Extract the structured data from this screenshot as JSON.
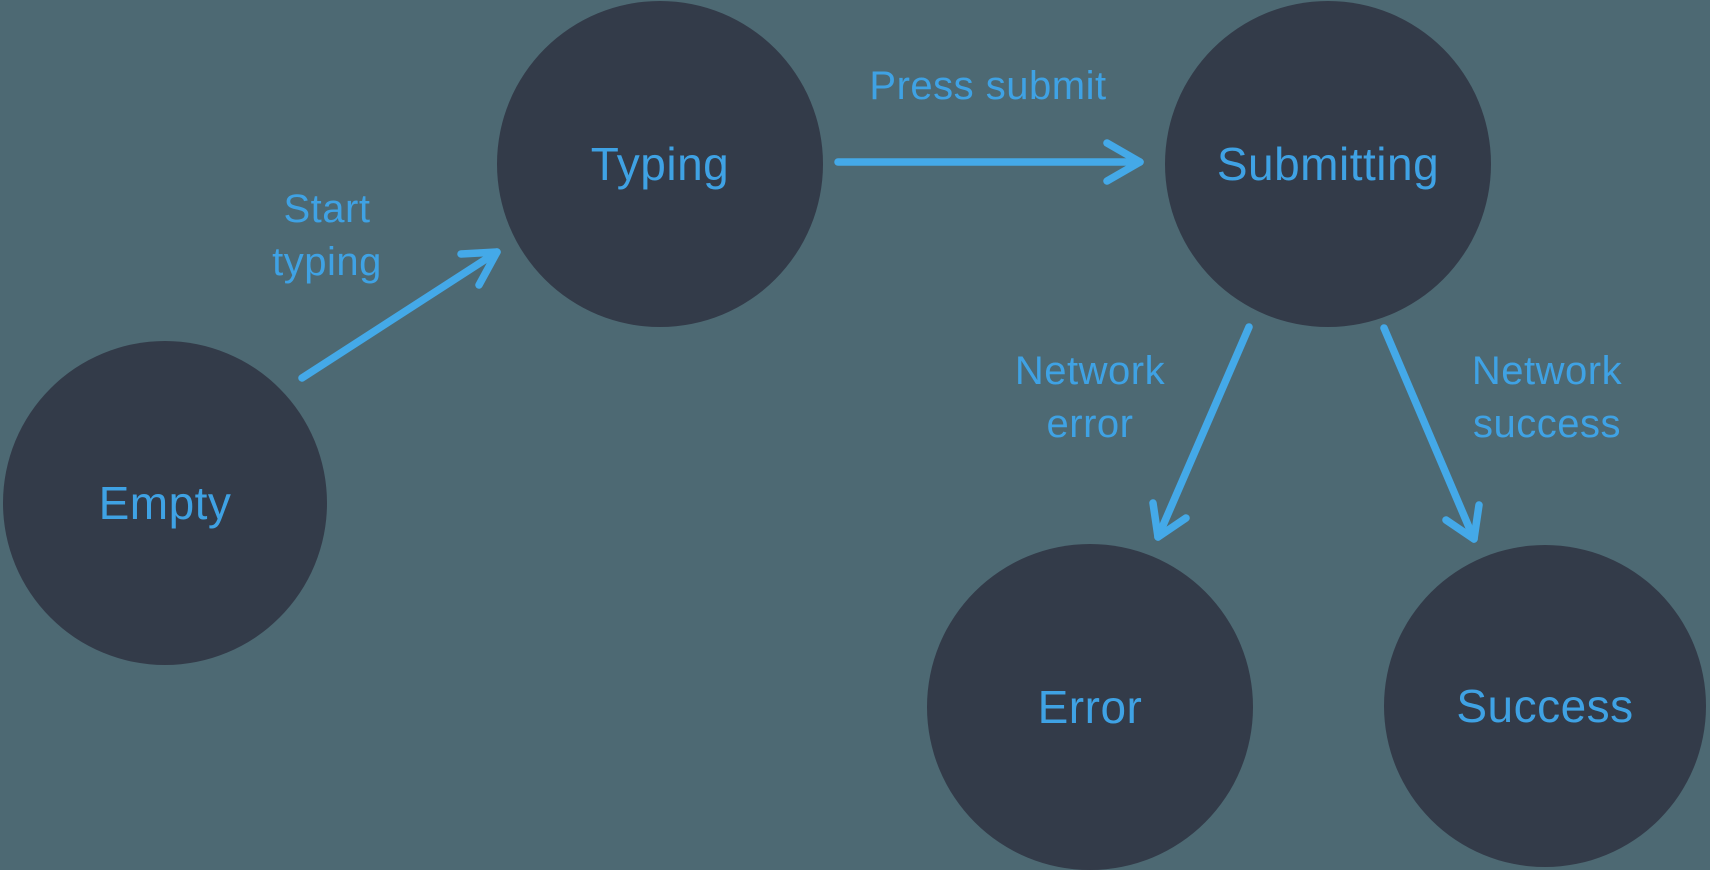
{
  "colors": {
    "background": "#4D6973",
    "node_fill": "#333B49",
    "accent": "#44A9E8",
    "label": "#3FA2E4"
  },
  "diagram": {
    "type": "state-machine",
    "states": [
      {
        "id": "empty",
        "label": "Empty"
      },
      {
        "id": "typing",
        "label": "Typing"
      },
      {
        "id": "submitting",
        "label": "Submitting"
      },
      {
        "id": "error",
        "label": "Error"
      },
      {
        "id": "success",
        "label": "Success"
      }
    ],
    "transitions": [
      {
        "id": "start-typing",
        "from": "empty",
        "to": "typing",
        "label": "Start typing",
        "lines": [
          "Start",
          "typing"
        ]
      },
      {
        "id": "press-submit",
        "from": "typing",
        "to": "submitting",
        "label": "Press submit",
        "lines": [
          "Press submit"
        ]
      },
      {
        "id": "network-error",
        "from": "submitting",
        "to": "error",
        "label": "Network error",
        "lines": [
          "Network",
          "error"
        ]
      },
      {
        "id": "network-success",
        "from": "submitting",
        "to": "success",
        "label": "Network success",
        "lines": [
          "Network",
          "success"
        ]
      }
    ]
  }
}
